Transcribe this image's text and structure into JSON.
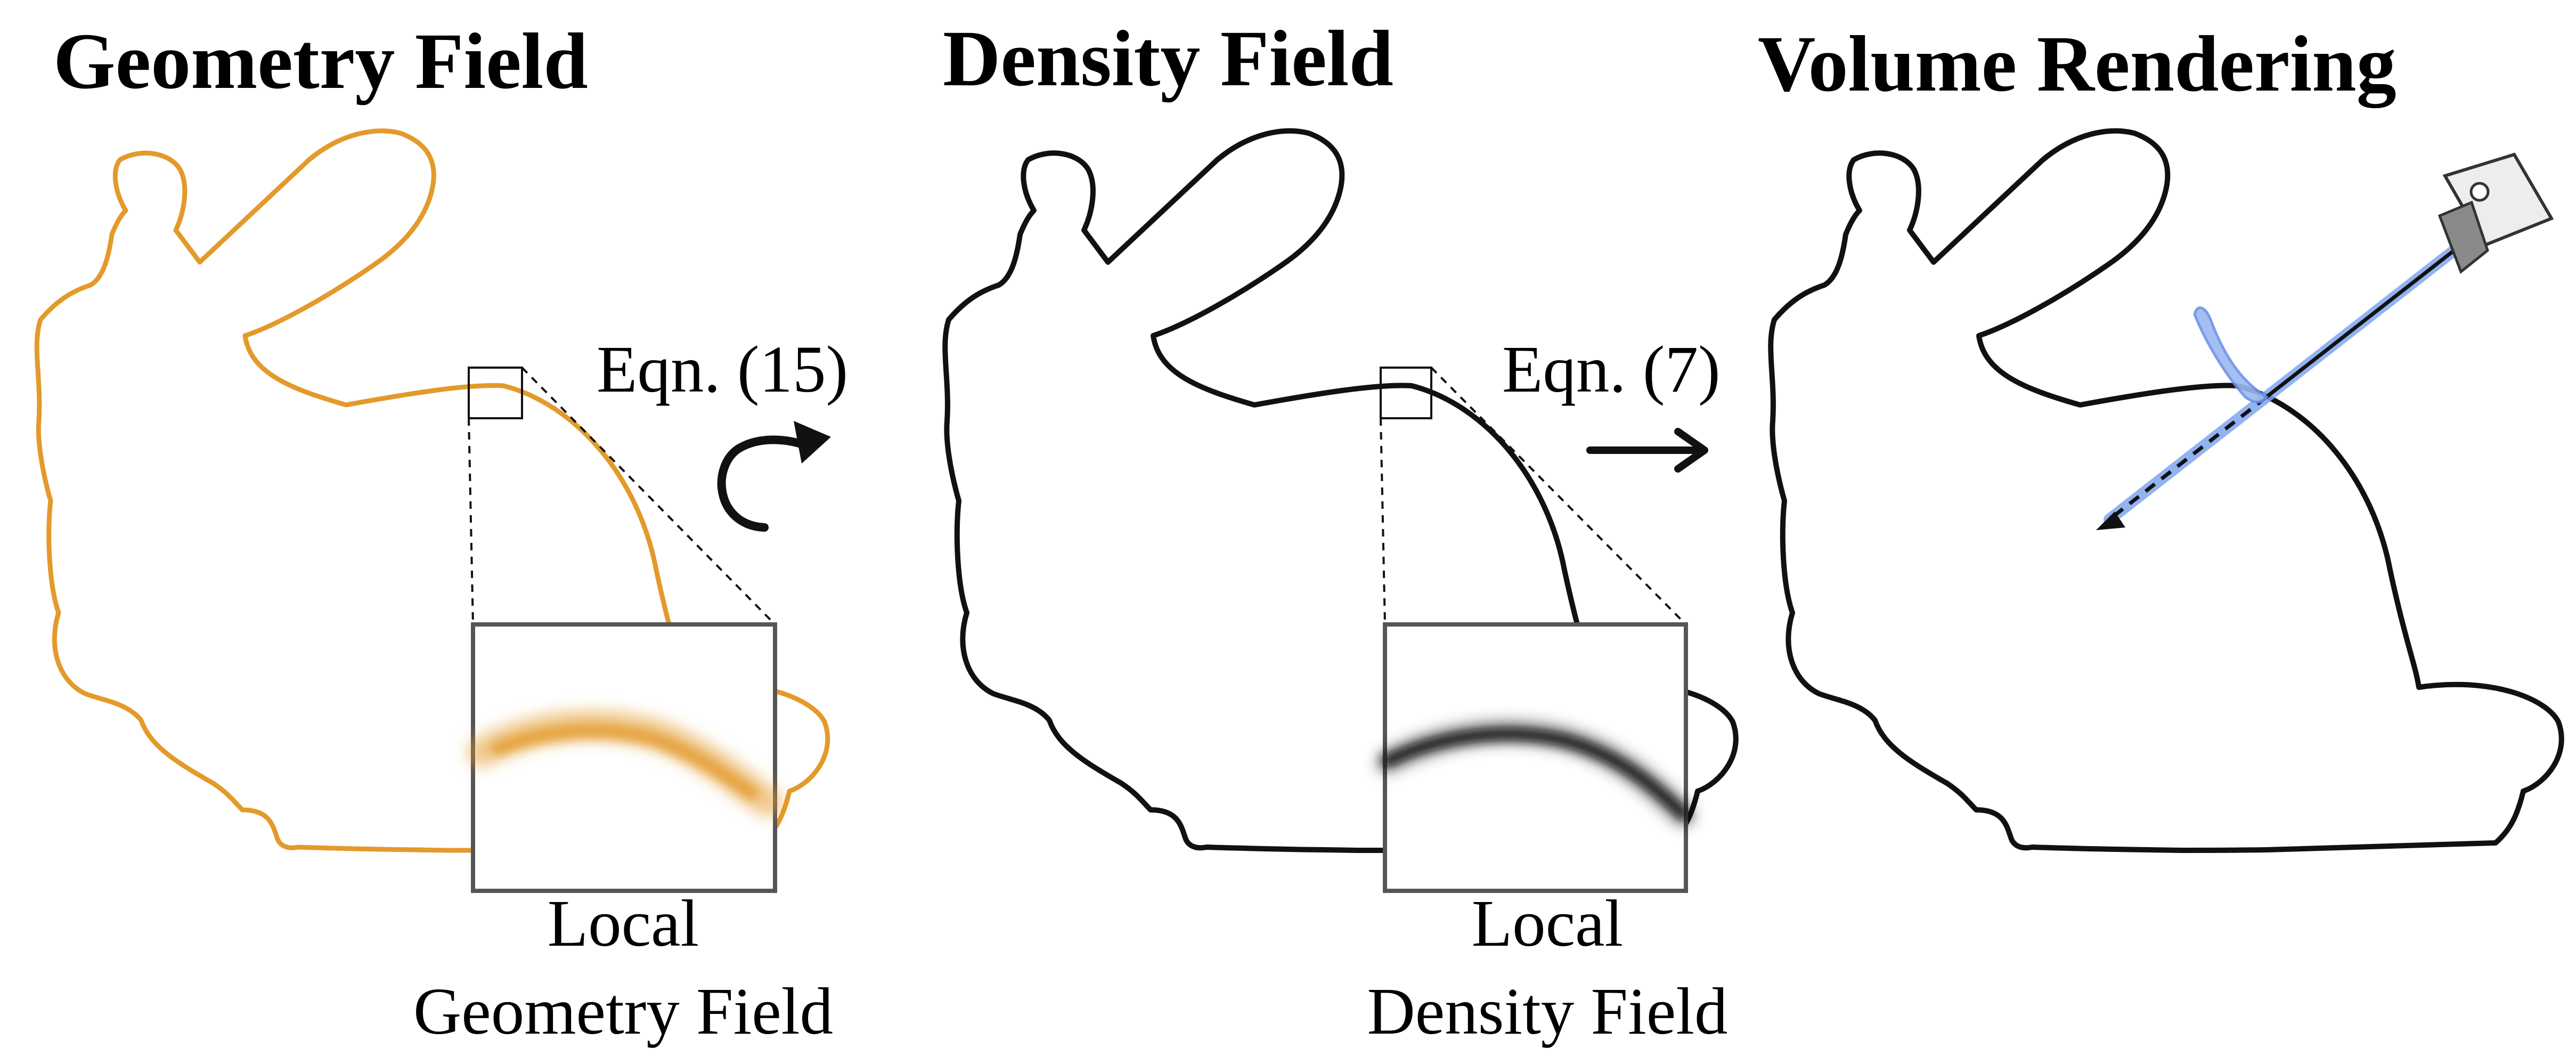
{
  "panels": {
    "geometry": {
      "title": "Geometry Field",
      "caption_line1": "Local",
      "caption_line2": "Geometry Field"
    },
    "density": {
      "title": "Density Field",
      "caption_line1": "Local",
      "caption_line2": "Density Field"
    },
    "volume": {
      "title": "Volume Rendering"
    }
  },
  "arrows": {
    "geometry_to_density": "Eqn. (15)",
    "density_to_volume": "Eqn. (7)"
  },
  "colors": {
    "geometry_outline": "#E39A2B",
    "density_outline": "#111111",
    "ray_highlight": "#7FA6F0",
    "inset_border": "#555555",
    "camera_body": "#EDEDED",
    "camera_lens": "#8A8A8A"
  },
  "icons": {
    "camera": "camera-icon",
    "curved_arrow": "curved-arrow-icon",
    "straight_arrow": "right-arrow-icon"
  }
}
